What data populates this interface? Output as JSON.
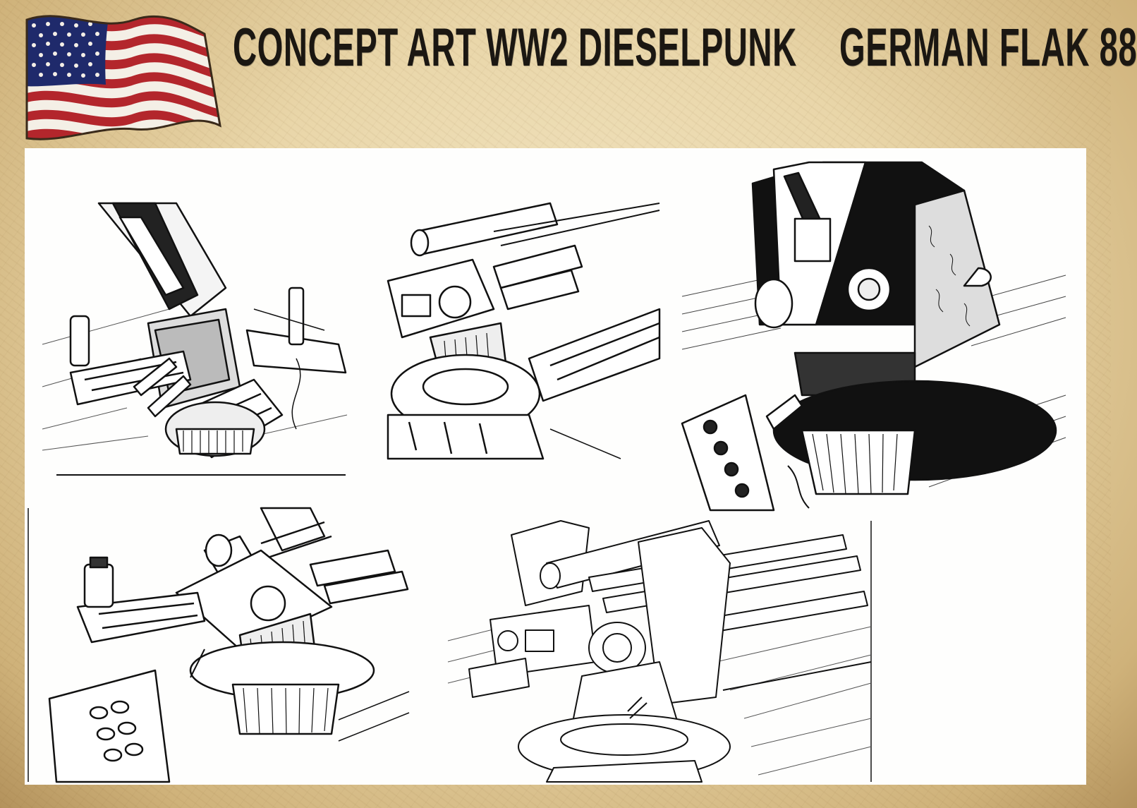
{
  "header": {
    "title_left": "CONCEPT ART WW2 DIESELPUNK",
    "title_right": "GERMAN FLAK 88"
  },
  "flag": {
    "icon": "us-flag-48-star-icon",
    "colors": {
      "red": "#b3262c",
      "white": "#f4efe6",
      "blue": "#1f2a6b"
    }
  },
  "colors": {
    "paper": "#e9d6a9",
    "ink": "#1b1712",
    "sheet": "#fefefd"
  },
  "sketches": [
    {
      "icon": "flak-88-cruciform-mount-sketch"
    },
    {
      "icon": "flak-88-barrel-closeup-sketch"
    },
    {
      "icon": "flak-88-shielded-turret-sketch"
    },
    {
      "icon": "flak-88-ammo-feed-sketch"
    },
    {
      "icon": "flak-88-lineart-turret-sketch"
    }
  ]
}
